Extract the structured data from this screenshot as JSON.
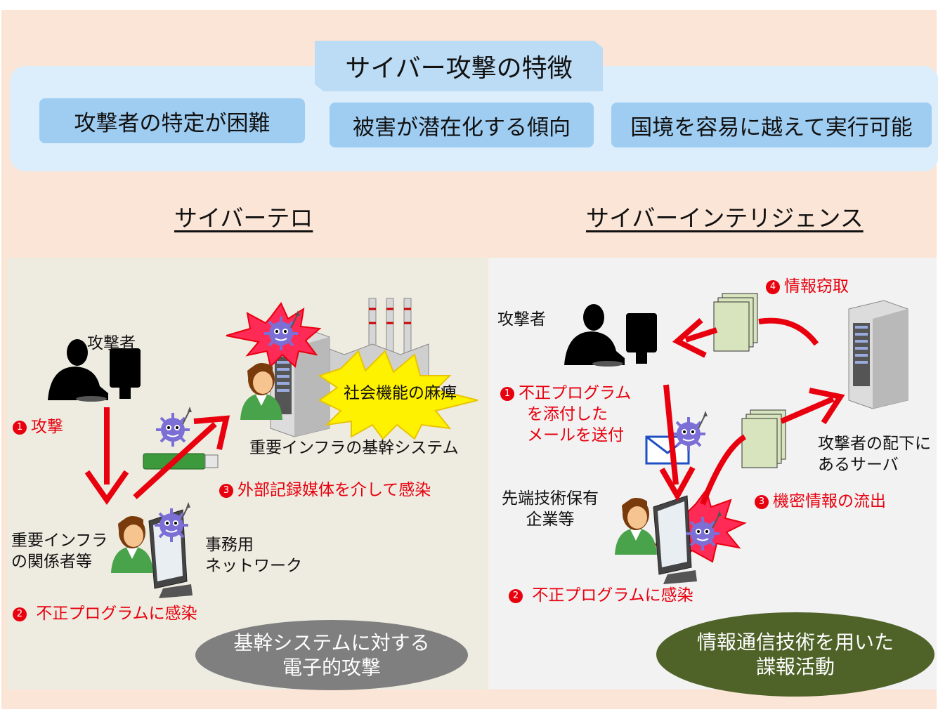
{
  "title": "サイバー攻撃の特徴",
  "features": [
    "攻撃者の特定が困難",
    "被害が潜在化する傾向",
    "国境を容易に越えて実行可能"
  ],
  "left": {
    "heading": "サイバーテロ",
    "attacker": "攻撃者",
    "step1_num": "1",
    "step1": "攻撃",
    "step2_num": "2",
    "step2": "不正プログラムに感染",
    "step3_num": "3",
    "step3": "外部記録媒体を介して感染",
    "victim_line1": "重要インフラ",
    "victim_line2": "の関係者等",
    "network_line1": "事務用",
    "network_line2": "ネットワーク",
    "infra_system": "重要インフラの基幹システム",
    "social_paralysis": "社会機能の麻痺",
    "summary_line1": "基幹システムに対する",
    "summary_line2": "電子的攻撃"
  },
  "right": {
    "heading": "サイバーインテリジェンス",
    "attacker": "攻撃者",
    "step1_num": "1",
    "step1_line1": "不正プログラム",
    "step1_line2": "を添付した",
    "step1_line3": "メールを送付",
    "step2_num": "2",
    "step2": "不正プログラムに感染",
    "step3_num": "3",
    "step3": "機密情報の流出",
    "step4_num": "4",
    "step4": "情報窃取",
    "company_line1": "先端技術保有",
    "company_line2": "企業等",
    "server_line1": "攻撃者の配下に",
    "server_line2": "あるサーバ",
    "summary_line1": "情報通信技術を用いた",
    "summary_line2": "諜報活動"
  },
  "colors": {
    "accent_red": "#e8000e",
    "left_ellipse": "#7f7f7f",
    "right_ellipse": "#4f6228",
    "virus": "#7b6fd6",
    "background": "#fbe5d6"
  }
}
